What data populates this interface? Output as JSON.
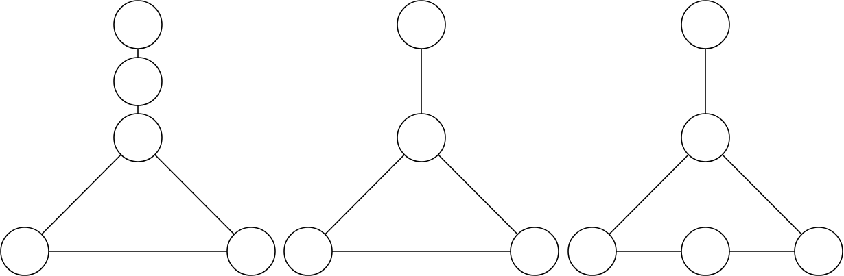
{
  "diagram": {
    "background": "#ffffff",
    "stroke_color": "#000000",
    "graphs": [
      {
        "id": "graph-1",
        "nodes": [
          "top",
          "upper-middle",
          "hub",
          "bottom-left",
          "bottom-right"
        ],
        "edges": [
          [
            "top",
            "upper-middle"
          ],
          [
            "upper-middle",
            "hub"
          ],
          [
            "hub",
            "bottom-left"
          ],
          [
            "hub",
            "bottom-right"
          ],
          [
            "bottom-left",
            "bottom-right"
          ]
        ]
      },
      {
        "id": "graph-2",
        "nodes": [
          "top",
          "hub",
          "bottom-left",
          "bottom-right"
        ],
        "edges": [
          [
            "top",
            "hub"
          ],
          [
            "hub",
            "bottom-left"
          ],
          [
            "hub",
            "bottom-right"
          ],
          [
            "bottom-left",
            "bottom-right"
          ]
        ]
      },
      {
        "id": "graph-3",
        "nodes": [
          "top",
          "hub",
          "bottom-left",
          "bottom-middle",
          "bottom-right"
        ],
        "edges": [
          [
            "top",
            "hub"
          ],
          [
            "hub",
            "bottom-left"
          ],
          [
            "hub",
            "bottom-right"
          ],
          [
            "bottom-left",
            "bottom-middle"
          ],
          [
            "bottom-middle",
            "bottom-right"
          ]
        ]
      }
    ]
  }
}
